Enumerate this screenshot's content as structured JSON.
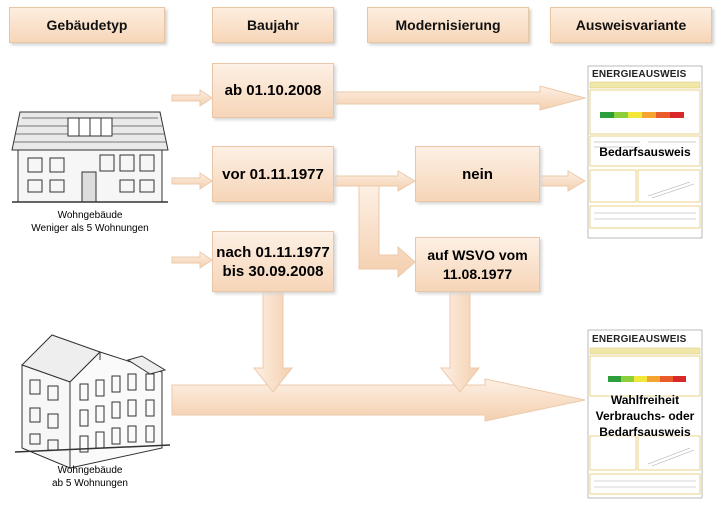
{
  "headers": {
    "gebaeudetyp": "Gebäudetyp",
    "baujahr": "Baujahr",
    "modernisierung": "Modernisierung",
    "ausweisvariante": "Ausweisvariante"
  },
  "buildings": {
    "small": {
      "line1": "Wohngebäude",
      "line2": "Weniger als 5 Wohnungen"
    },
    "large": {
      "line1": "Wohngebäude",
      "line2": "ab 5 Wohnungen"
    }
  },
  "baujahr": {
    "ab_2008": "ab 01.10.2008",
    "vor_1977": "vor 01.11.1977",
    "nach_1977_line1": "nach 01.11.1977",
    "nach_1977_line2": "bis 30.09.2008"
  },
  "modernisierung": {
    "nein": "nein",
    "wsvo_line1": "auf WSVO vom",
    "wsvo_line2": "11.08.1977"
  },
  "ausweis": {
    "doc_title": "ENERGIEAUSWEIS",
    "top_label": "Bedarfsausweis",
    "bottom_line1": "Wahlfreiheit",
    "bottom_line2": "Verbrauchs- oder",
    "bottom_line3": "Bedarfsausweis"
  },
  "colors": {
    "box_fill": "#f6d5b8",
    "arrow_fill": "#f8dcc4",
    "accent": "#e9c5a4"
  }
}
